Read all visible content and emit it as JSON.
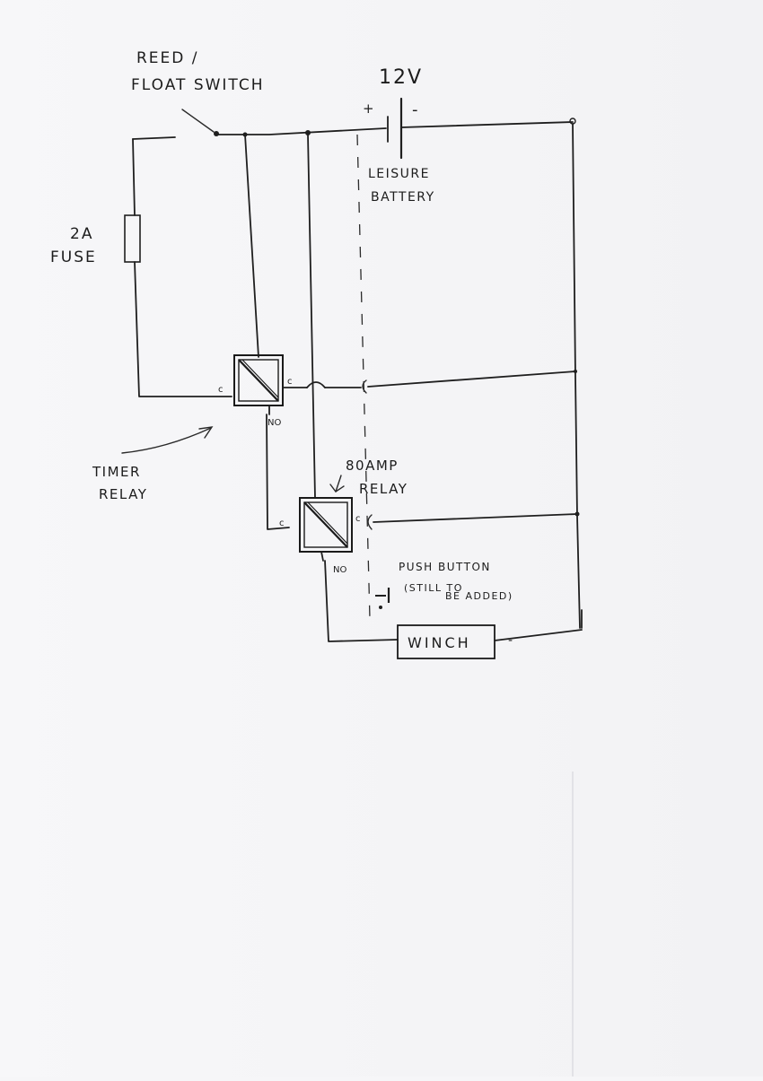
{
  "labels": {
    "switch_line1": "REED /",
    "switch_line2": "FLOAT SWITCH",
    "voltage": "12V",
    "battery_plus": "+",
    "battery_minus": "-",
    "battery_line1": "LEISURE",
    "battery_line2": "BATTERY",
    "fuse_line1": "2A",
    "fuse_line2": "FUSE",
    "timer_line1": "TIMER",
    "timer_line2": "RELAY",
    "relay80_line1": "80AMP",
    "relay80_line2": "RELAY",
    "pushbutton_line1": "PUSH BUTTON",
    "pushbutton_line2": "(STILL TO",
    "pushbutton_line3": "BE ADDED)",
    "winch": "WINCH",
    "winch_minus": "-",
    "timer_c_left": "c",
    "timer_c_right": "c",
    "timer_no": "NO",
    "relay_c_left": "c",
    "relay_c_right": "c",
    "relay_no": "NO"
  }
}
